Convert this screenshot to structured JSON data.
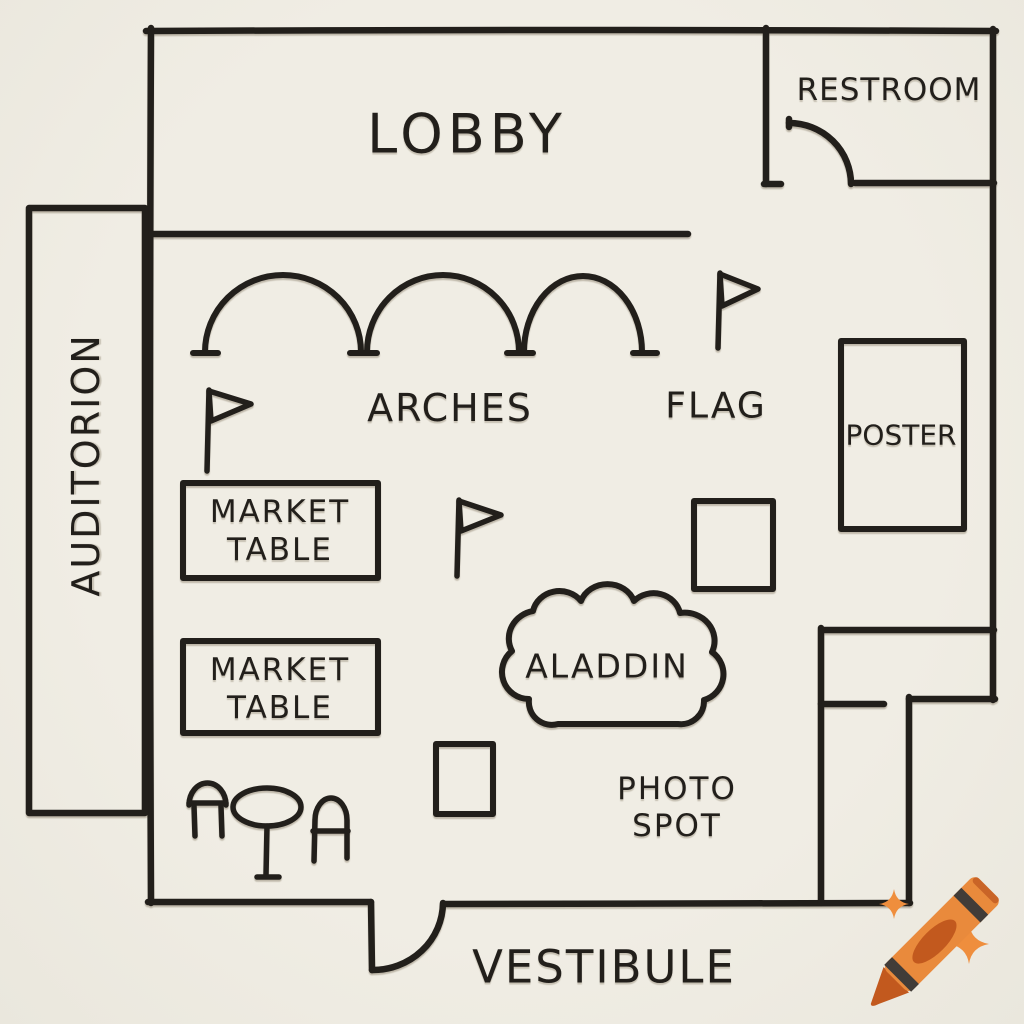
{
  "canvas": {
    "style": "hand-drawn event floor plan sketch on off-white paper"
  },
  "colors": {
    "paper": "#EFEDE4",
    "ink": "#221F1B",
    "crayon_body": "#E98A3C",
    "crayon_tip": "#C2591E",
    "crayon_stripe": "#413C38",
    "crayon_end_edge": "#C96427",
    "sparkle": "#EF8E3D"
  },
  "rooms": {
    "lobby": "LOBBY",
    "restroom": "RESTROOM",
    "auditorium": "AUDITORION",
    "vestibule": "VESTIBULE"
  },
  "features": {
    "arches": "ARCHES",
    "flag": "FLAG",
    "poster": "POSTER",
    "aladdin": "ALADDIN",
    "market_table_1": {
      "line1": "MARKET",
      "line2": "TABLE"
    },
    "market_table_2": {
      "line1": "MARKET",
      "line2": "TABLE"
    },
    "photo_spot": {
      "line1": "PHOTO",
      "line2": "SPOT"
    }
  },
  "icons": {
    "flags": "pennant-flag-icon x3",
    "crayon": "orange-crayon-icon",
    "sparkles": "sparkle-icon x2",
    "furniture": "cafe-table-with-two-chairs"
  }
}
